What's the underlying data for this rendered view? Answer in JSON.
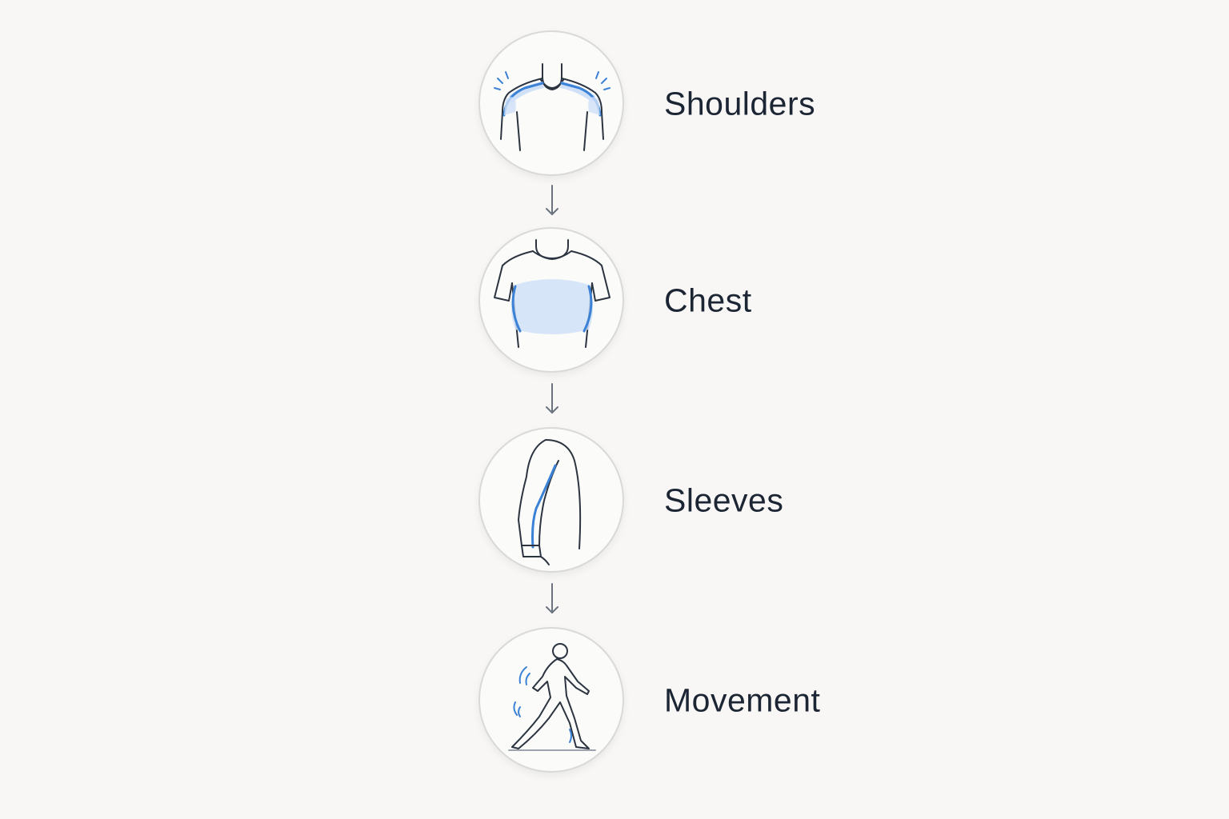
{
  "steps": [
    {
      "label": "Shoulders",
      "icon": "shoulders-icon"
    },
    {
      "label": "Chest",
      "icon": "chest-icon"
    },
    {
      "label": "Sleeves",
      "icon": "sleeves-icon"
    },
    {
      "label": "Movement",
      "icon": "movement-icon"
    }
  ],
  "colors": {
    "background": "#f8f7f5",
    "line": "#2b3440",
    "accent": "#3b82d6",
    "accent_fill": "#cfe0f7",
    "text": "#1c2533"
  }
}
